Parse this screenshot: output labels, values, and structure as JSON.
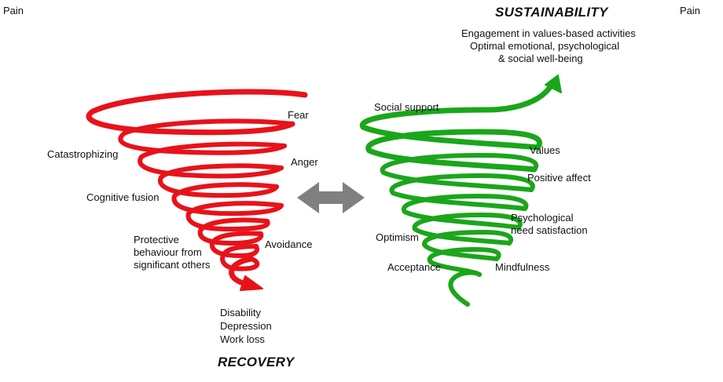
{
  "corners": {
    "left": "Pain",
    "right": "Pain"
  },
  "titles": {
    "recovery": "RECOVERY",
    "sustainability": "SUSTAINABILITY"
  },
  "top_text": {
    "line1": "Engagement in values-based activities",
    "line2": "Optimal emotional, psychological",
    "line3": "& social well-being"
  },
  "red_spiral": {
    "color": "#e8121a",
    "labels": {
      "fear": "Fear",
      "catastrophizing": "Catastrophizing",
      "anger": "Anger",
      "cognitive_fusion": "Cognitive fusion",
      "avoidance": "Avoidance",
      "protective": "Protective\nbehaviour from\nsignificant others",
      "outcomes": "Disability\nDepression\nWork loss"
    }
  },
  "green_spiral": {
    "color": "#1aa61a",
    "labels": {
      "social_support": "Social support",
      "values": "Values",
      "positive_affect": "Positive affect",
      "psych_need": "Psychological\nneed satisfaction",
      "optimism": "Optimism",
      "acceptance": "Acceptance",
      "mindfulness": "Mindfulness"
    }
  },
  "arrow_color": "#808080"
}
